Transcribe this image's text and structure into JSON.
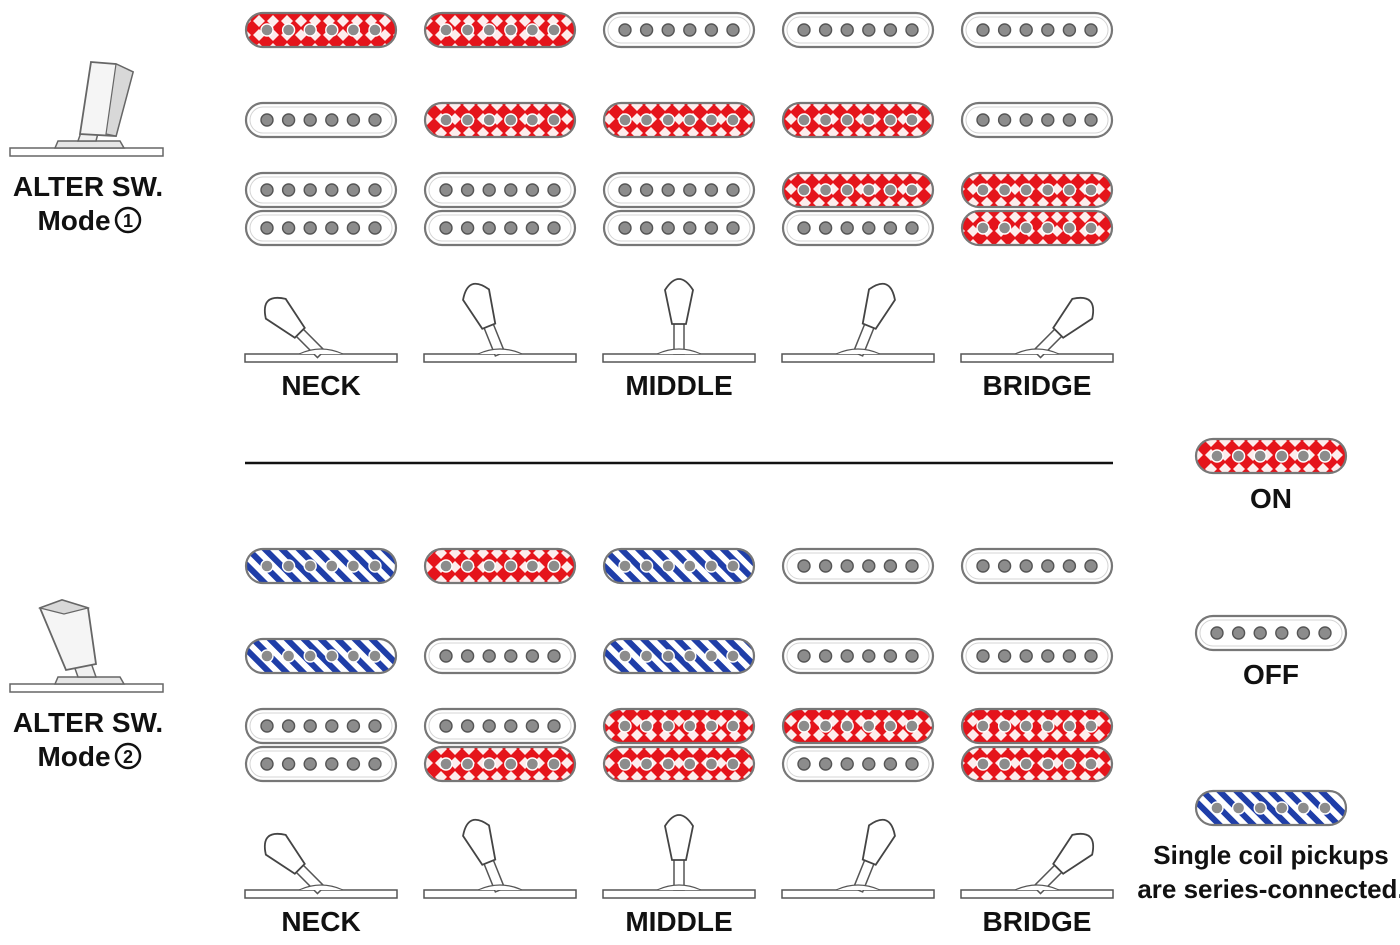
{
  "colors": {
    "on": "#e5141b",
    "series": "#1f3ea8",
    "off": "#ffffff",
    "outline": "#777777",
    "pole": "#8c8c8c",
    "ink": "#111111"
  },
  "positions": [
    "NECK",
    "",
    "MIDDLE",
    "",
    "BRIDGE"
  ],
  "modes": [
    {
      "label_line1": "ALTER SW.",
      "label_line2": "Mode",
      "mode_number": "1",
      "toggle": "up",
      "rows": [
        [
          "on",
          "on",
          "off",
          "off",
          "off"
        ],
        [
          "off",
          "on",
          "on",
          "on",
          "off"
        ],
        [
          [
            "off",
            "off"
          ],
          [
            "off",
            "off"
          ],
          [
            "off",
            "off"
          ],
          [
            "on",
            "off"
          ],
          [
            "on",
            "on"
          ]
        ]
      ]
    },
    {
      "label_line1": "ALTER SW.",
      "label_line2": "Mode",
      "mode_number": "2",
      "toggle": "down",
      "rows": [
        [
          "series",
          "on",
          "series",
          "off",
          "off"
        ],
        [
          "series",
          "off",
          "series",
          "off",
          "off"
        ],
        [
          [
            "off",
            "off"
          ],
          [
            "off",
            "on"
          ],
          [
            "on",
            "on"
          ],
          [
            "on",
            "off"
          ],
          [
            "on",
            "on"
          ]
        ]
      ]
    }
  ],
  "legend": {
    "on": "ON",
    "off": "OFF",
    "series_line1": "Single coil pickups",
    "series_line2": "are series-connected."
  }
}
